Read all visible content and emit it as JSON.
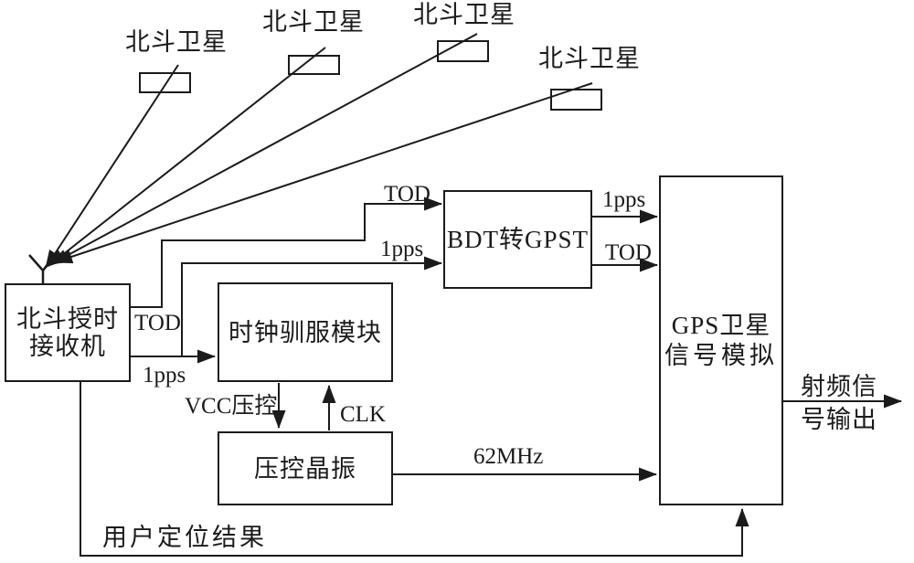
{
  "colors": {
    "line": "#1b1b1b",
    "background": "#ffffff"
  },
  "satellites": [
    {
      "label": "北斗卫星"
    },
    {
      "label": "北斗卫星"
    },
    {
      "label": "北斗卫星"
    },
    {
      "label": "北斗卫星"
    }
  ],
  "blocks": {
    "receiver": {
      "line1": "北斗授时",
      "line2": "接收机"
    },
    "clock_discipline": {
      "label": "时钟驯服模块"
    },
    "bdt_to_gpst": {
      "label": "BDT转GPST"
    },
    "vcxo": {
      "label": "压控晶振"
    },
    "gps_simulator": {
      "line1": "GPS卫星",
      "line2": "信号模拟"
    }
  },
  "signals": {
    "tod_from_receiver": "TOD",
    "pps_from_receiver": "1pps",
    "tod_to_bdt": "TOD",
    "pps_to_bdt": "1pps",
    "pps_to_gps": "1pps",
    "tod_to_gps": "TOD",
    "vcc_control": "VCC压控",
    "clk": "CLK",
    "freq_62mhz": "62MHz",
    "user_position_result": "用户定位结果",
    "rf_output_line1": "射频信",
    "rf_output_line2": "号输出"
  }
}
